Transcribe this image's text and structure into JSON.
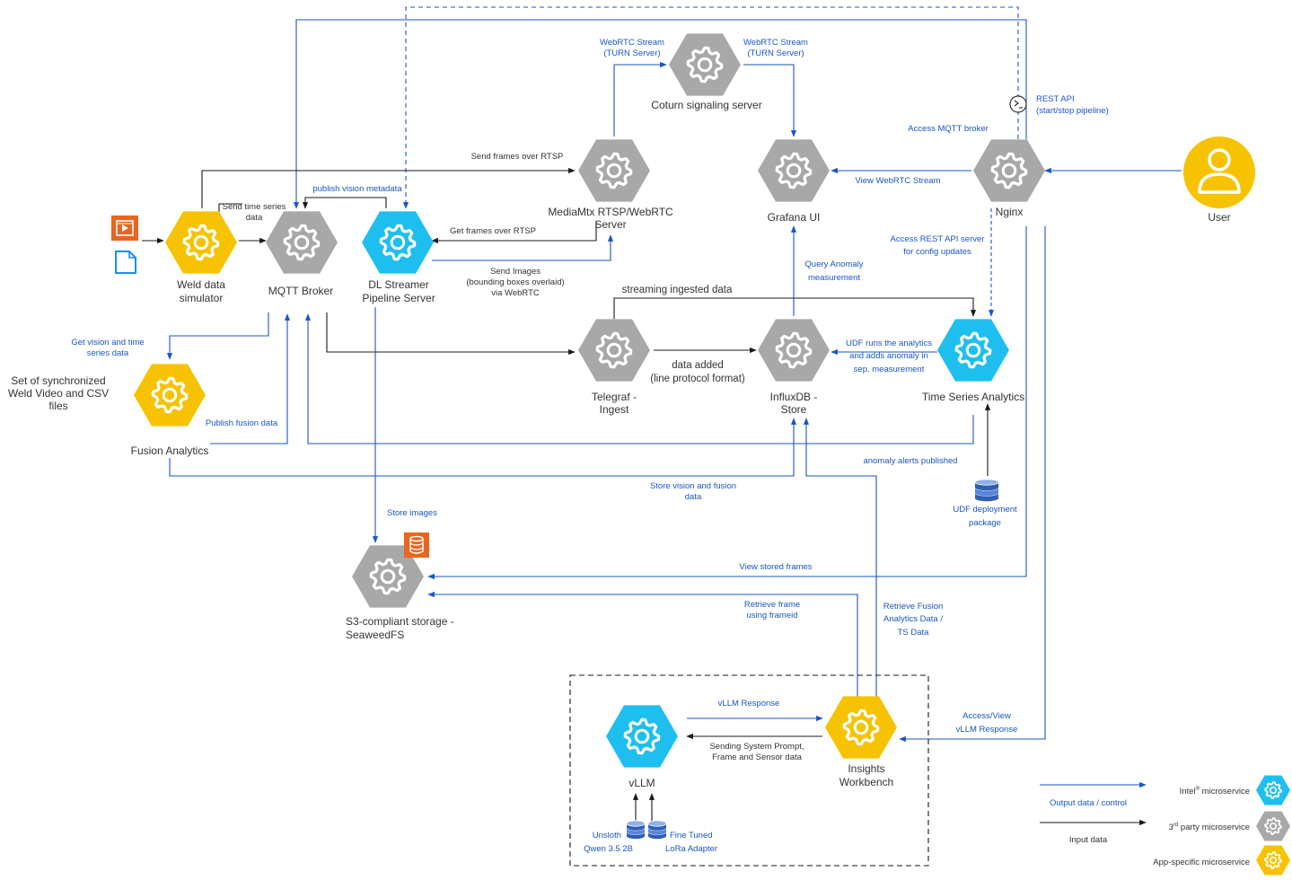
{
  "colors": {
    "intel": "#1EBFEF",
    "third_party": "#A8A8A8",
    "app_specific": "#F7C300",
    "blue_line": "#1a56c4",
    "black_line": "#1a1a1a",
    "storage_icon": "#E8661F",
    "db_icon": "#2F5FB5",
    "user": "#F7C300"
  },
  "nodes": {
    "weld": [
      "Weld data",
      "simulator"
    ],
    "mqtt": [
      "MQTT Broker"
    ],
    "dlstreamer": [
      "DL Streamer",
      "Pipeline Server"
    ],
    "mediamtx": [
      "MediaMtx RTSP/WebRTC",
      "Server"
    ],
    "coturn": [
      "Coturn signaling server"
    ],
    "grafana": [
      "Grafana UI"
    ],
    "nginx": [
      "Nginx"
    ],
    "user": [
      "User"
    ],
    "fusion": [
      "Fusion Analytics"
    ],
    "telegraf": [
      "Telegraf -",
      "Ingest"
    ],
    "influx": [
      "InfluxDB -",
      "Store"
    ],
    "tsa": [
      "Time Series Analytics"
    ],
    "s3": [
      "S3-compliant storage -",
      "SeaweedFS"
    ],
    "vllm": [
      "vLLM"
    ],
    "insights": [
      "Insights",
      "Workbench"
    ]
  },
  "notes": {
    "sync_files": [
      "Set of synchronized",
      "Weld Video and CSV",
      "files"
    ]
  },
  "edge_labels": {
    "webrtc_left": [
      "WebRTC Stream",
      "(TURN Server)"
    ],
    "webrtc_right": [
      "WebRTC Stream",
      "(TURN Server)"
    ],
    "rest_api": [
      "REST API",
      "(start/stop pipeline)"
    ],
    "access_mqtt": [
      "Access MQTT broker"
    ],
    "send_rtsp": [
      "Send frames over RTSP"
    ],
    "view_webrtc": [
      "View WebRTC Stream"
    ],
    "publish_vision": [
      "publish vision metadata"
    ],
    "send_ts": [
      "Send time series",
      "data"
    ],
    "get_frames": [
      "Get frames over RTSP"
    ],
    "access_rest": [
      "Access REST API server",
      "for config updates"
    ],
    "send_images": [
      "Send Images",
      "(bounding boxes overlaid)",
      "via WebRTC"
    ],
    "query_anomaly": [
      "Query Anomaly",
      "measurement"
    ],
    "streaming_ingested": [
      "streaming ingested data"
    ],
    "get_vision_ts": [
      "Get vision and time",
      "series data"
    ],
    "data_added": [
      "data added",
      "(line protocol format)"
    ],
    "udf_runs": [
      "UDF runs the analytics",
      "and adds anomaly in",
      "sep. measurement"
    ],
    "publish_fusion": [
      "Publish fusion data"
    ],
    "anomaly_alerts": [
      "anomaly alerts published"
    ],
    "store_vision": [
      "Store vision and fusion",
      "data"
    ],
    "udf_package": [
      "UDF deployment",
      "package"
    ],
    "store_images": [
      "Store images"
    ],
    "view_stored": [
      "View stored frames"
    ],
    "retrieve_frame": [
      "Retrieve frame",
      "using frameid"
    ],
    "retrieve_fusion": [
      "Retrieve Fusion",
      "Analytics Data /",
      "TS Data"
    ],
    "vllm_response": [
      "vLLM Response"
    ],
    "sending_prompt": [
      "Sending System Prompt,",
      "Frame and Sensor data"
    ],
    "access_view": [
      "Access/View",
      "vLLM Response"
    ],
    "unsloth": [
      "Unsloth",
      "Qwen 3.5 2B"
    ],
    "finetuned": [
      "Fine Tuned",
      "LoRa Adapter"
    ]
  },
  "legend": {
    "output": "Output data / control",
    "input": "Input data",
    "intel": "Intel",
    "intel_sup": "®",
    "intel_rest": " microservice",
    "third": "3",
    "third_sup": "rd",
    "third_rest": " party microservice",
    "app": "App-specific microservice"
  },
  "icons": [
    "gear-icon",
    "user-icon",
    "video-file-icon",
    "document-icon",
    "database-icon",
    "terminal-icon",
    "storage-icon"
  ]
}
